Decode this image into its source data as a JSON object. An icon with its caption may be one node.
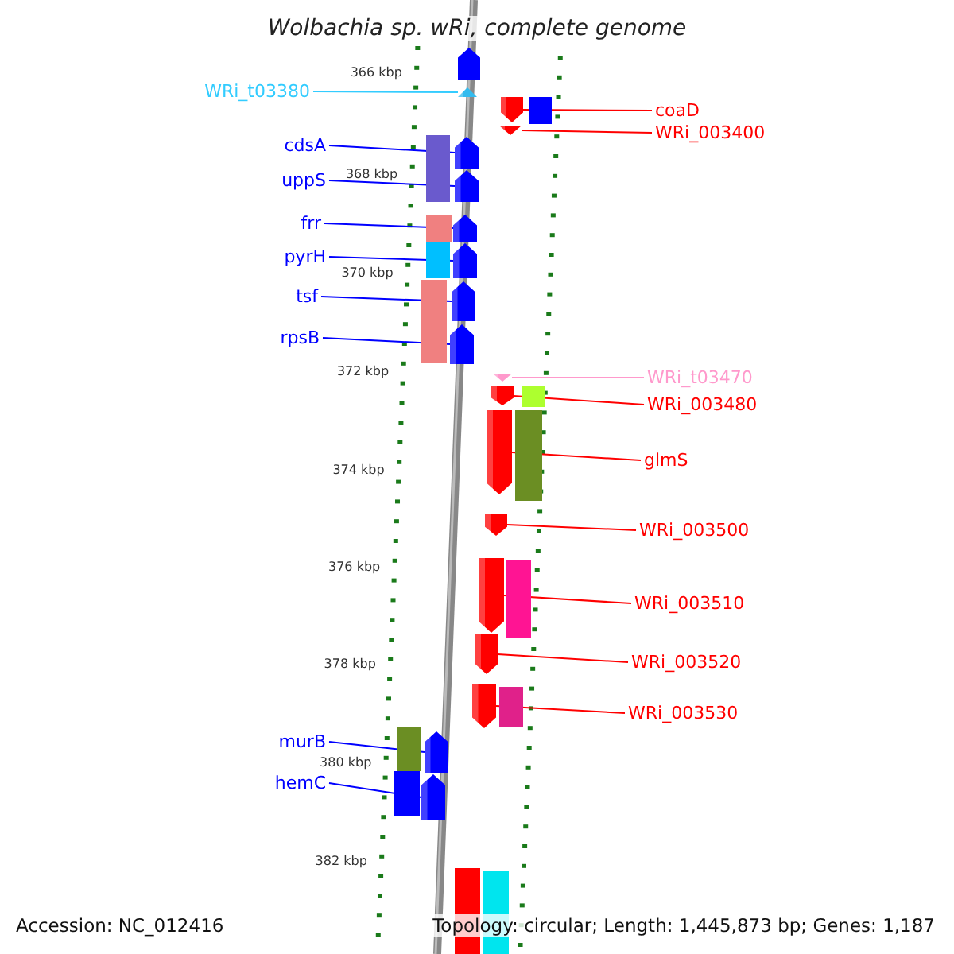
{
  "diagram": {
    "title": "Wolbachia sp. wRi, complete genome",
    "nodes": [
      {
        "text": [
          "WRi_t03380"
        ]
      },
      {
        "text": [],
        "shape": "arrow"
      },
      {
        "text": [
          "coaD"
        ]
      },
      {
        "text": [],
        "shape": "arrow"
      },
      {
        "text": [
          "WRi_003400"
        ]
      },
      {
        "text": [],
        "shape": "arrow"
      },
      {
        "text": [
          "cdsA"
        ]
      },
      {
        "text": [],
        "shape": "arrow"
      },
      {
        "text": [
          "uppS"
        ]
      },
      {
        "text": [],
        "shape": "arrow"
      },
      {
        "text": [
          "frr"
        ]
      },
      {
        "text": [],
        "shape": "arrow"
      },
      {
        "text": [
          "pyrH"
        ]
      },
      {
        "text": [],
        "shape": "arrow"
      },
      {
        "text": [
          "tsf"
        ]
      },
      {
        "text": [],
        "shape": "arrow"
      },
      {
        "text": [
          "rpsB"
        ]
      },
      {
        "text": [],
        "shape": "arrow"
      },
      {
        "text": [
          "WRi_t03470"
        ]
      },
      {
        "text": [],
        "shape": "arrow"
      },
      {
        "text": [
          "WRi_003480"
        ]
      },
      {
        "text": [],
        "shape": "arrow"
      },
      {
        "text": [
          "glmS"
        ]
      },
      {
        "text": [],
        "shape": "arrow"
      },
      {
        "text": [
          "WRi_003500"
        ]
      },
      {
        "text": [],
        "shape": "arrow"
      },
      {
        "text": [
          "WRi_003510"
        ]
      },
      {
        "text": [],
        "shape": "arrow"
      },
      {
        "text": [
          "WRi_003520"
        ]
      },
      {
        "text": [],
        "shape": "arrow"
      },
      {
        "text": [
          "WRi_003530"
        ]
      },
      {
        "text": [],
        "shape": "arrow"
      },
      {
        "text": [
          "murB"
        ]
      },
      {
        "text": [],
        "shape": "arrow"
      },
      {
        "text": [
          "hemC"
        ]
      },
      {
        "text": [],
        "shape": "arrow"
      }
    ],
    "edges": [
      {
        "from": 0,
        "to": 1,
        "arrow": "none",
        "color": "#33ccff"
      },
      {
        "from": 2,
        "to": 3,
        "arrow": "none",
        "color": "#ff0000"
      },
      {
        "from": 4,
        "to": 5,
        "arrow": "none",
        "color": "#ff0000"
      },
      {
        "from": 6,
        "to": 7,
        "arrow": "none",
        "color": "#0000ff"
      },
      {
        "from": 8,
        "to": 9,
        "arrow": "none",
        "color": "#0000ff"
      },
      {
        "from": 10,
        "to": 11,
        "arrow": "none",
        "color": "#0000ff"
      },
      {
        "from": 12,
        "to": 13,
        "arrow": "none",
        "color": "#0000ff"
      },
      {
        "from": 14,
        "to": 15,
        "arrow": "none",
        "color": "#0000ff"
      },
      {
        "from": 16,
        "to": 17,
        "arrow": "none",
        "color": "#0000ff"
      },
      {
        "from": 18,
        "to": 19,
        "arrow": "none",
        "color": "#ff99cc"
      },
      {
        "from": 20,
        "to": 21,
        "arrow": "none",
        "color": "#ff0000"
      },
      {
        "from": 22,
        "to": 23,
        "arrow": "none",
        "color": "#ff0000"
      },
      {
        "from": 24,
        "to": 25,
        "arrow": "none",
        "color": "#ff0000"
      },
      {
        "from": 26,
        "to": 27,
        "arrow": "none",
        "color": "#ff0000"
      },
      {
        "from": 28,
        "to": 29,
        "arrow": "none",
        "color": "#ff0000"
      },
      {
        "from": 30,
        "to": 31,
        "arrow": "none",
        "color": "#ff0000"
      },
      {
        "from": 32,
        "to": 33,
        "arrow": "none",
        "color": "#0000ff"
      },
      {
        "from": 34,
        "to": 35,
        "arrow": "none",
        "color": "#0000ff"
      }
    ],
    "labels": [
      "366 kbp",
      "368 kbp",
      "370 kbp",
      "372 kbp",
      "374 kbp",
      "376 kbp",
      "378 kbp",
      "380 kbp",
      "382 kbp",
      "Accession: NC_012416",
      "Topology: circular; Length: 1,445,873 bp; Genes: 1,187"
    ]
  }
}
